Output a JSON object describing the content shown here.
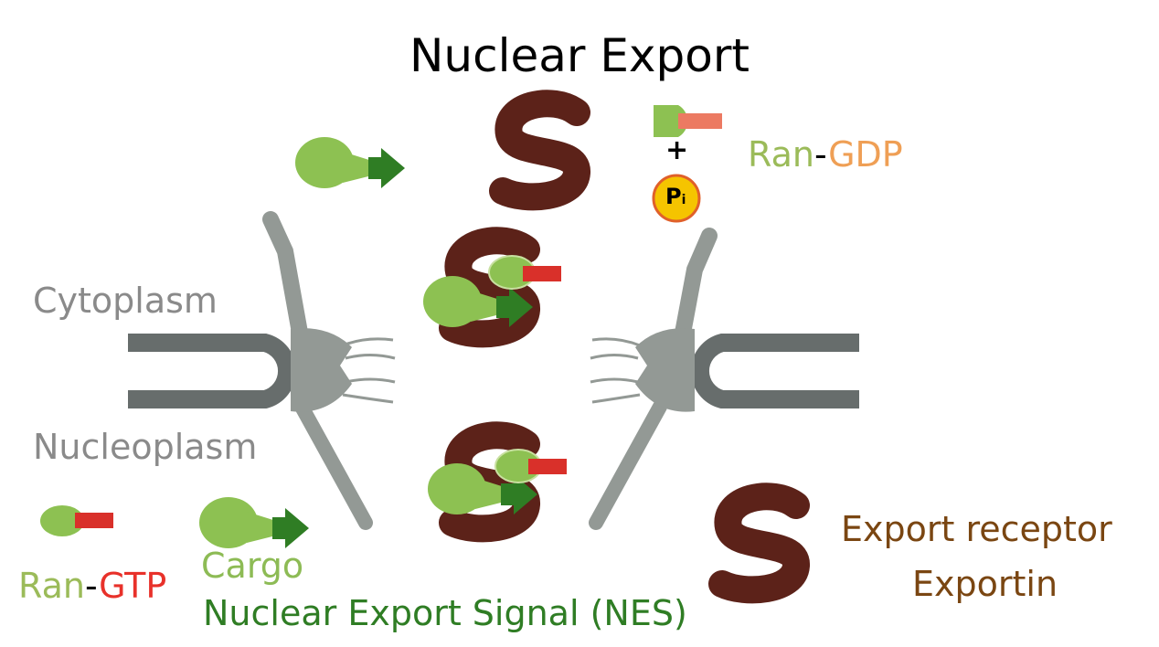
{
  "title": "Nuclear Export",
  "labels": {
    "cytoplasm": "Cytoplasm",
    "nucleoplasm": "Nucleoplasm",
    "cargo": "Cargo",
    "nes": "Nuclear Export Signal (NES)",
    "export_receptor": "Export receptor",
    "exportin": "Exportin",
    "plus": "+",
    "pi": "P",
    "pi_sub": "i"
  },
  "ran_gtp": {
    "ran": "Ran",
    "dash": "-",
    "gtp": "GTP"
  },
  "ran_gdp": {
    "ran": "Ran",
    "dash": "-",
    "gdp": "GDP"
  },
  "colors": {
    "exportin": "#5c2219",
    "cargo": "#8dc152",
    "nes": "#2f7d24",
    "ran": "#8dc152",
    "gtp": "#d9302a",
    "gdp": "#ec7a62",
    "pore": "#939995",
    "membrane": "#676d6c"
  }
}
